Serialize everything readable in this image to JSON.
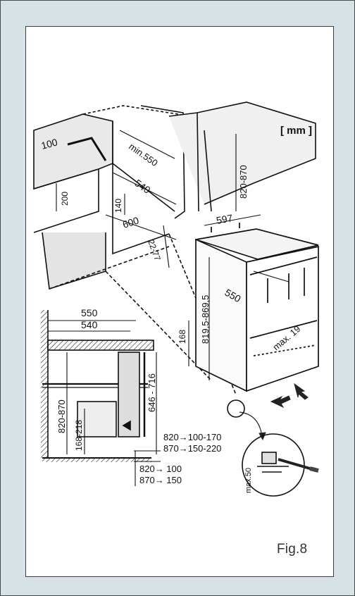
{
  "unit_label": "[ mm ]",
  "figure_label": "Fig.8",
  "dimensions": {
    "d100": "100",
    "d200": "200",
    "d140": "140",
    "min550": "min.550",
    "d540_top": "540",
    "d600": "600",
    "d22_77": "22-77",
    "d820_870_top": "820-870",
    "d597": "597",
    "d550_unit": "550",
    "d819_869": "819,5-869,5",
    "d168": "168",
    "max19": "max. 19",
    "d550_side": "550",
    "d540_side": "540",
    "d820_870_side": "820-870",
    "d168_218": "168-218",
    "d646_716": "646 - 716",
    "note1": "820→100-170",
    "note2": "870→150-220",
    "note3": "820→ 100",
    "note4": "870→ 150",
    "max50": "max.50"
  }
}
